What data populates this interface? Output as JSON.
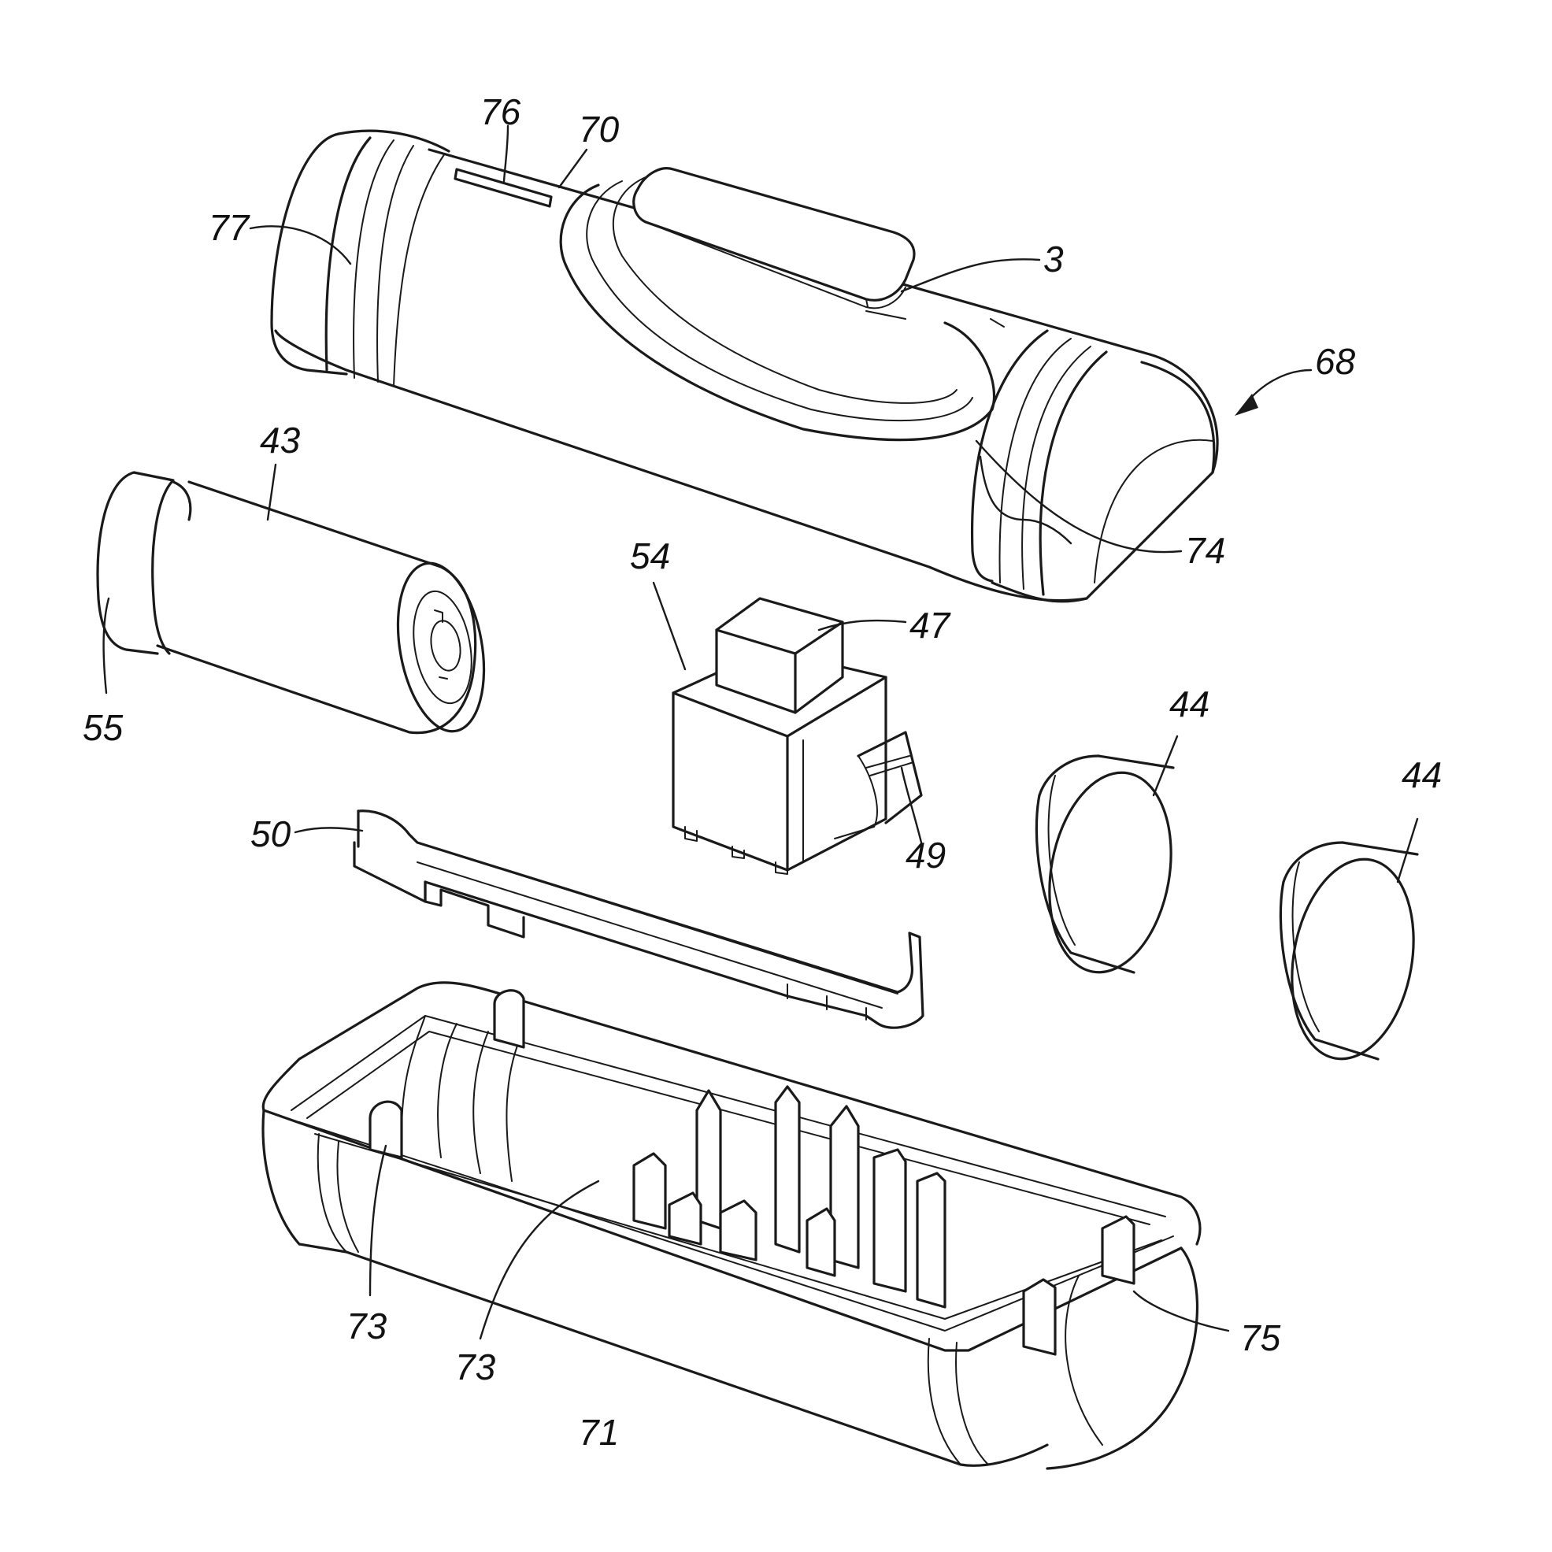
{
  "figure": {
    "colors": {
      "line": "#1a1a1a",
      "background": "#ffffff"
    },
    "labels": {
      "n76": "76",
      "n70": "70",
      "n77": "77",
      "n3": "3",
      "n68": "68",
      "n43": "43",
      "n74": "74",
      "n54": "54",
      "n47": "47",
      "n55": "55",
      "n44a": "44",
      "n44b": "44",
      "n50": "50",
      "n49": "49",
      "n73a": "73",
      "n73b": "73",
      "n75": "75",
      "n71": "71"
    }
  }
}
